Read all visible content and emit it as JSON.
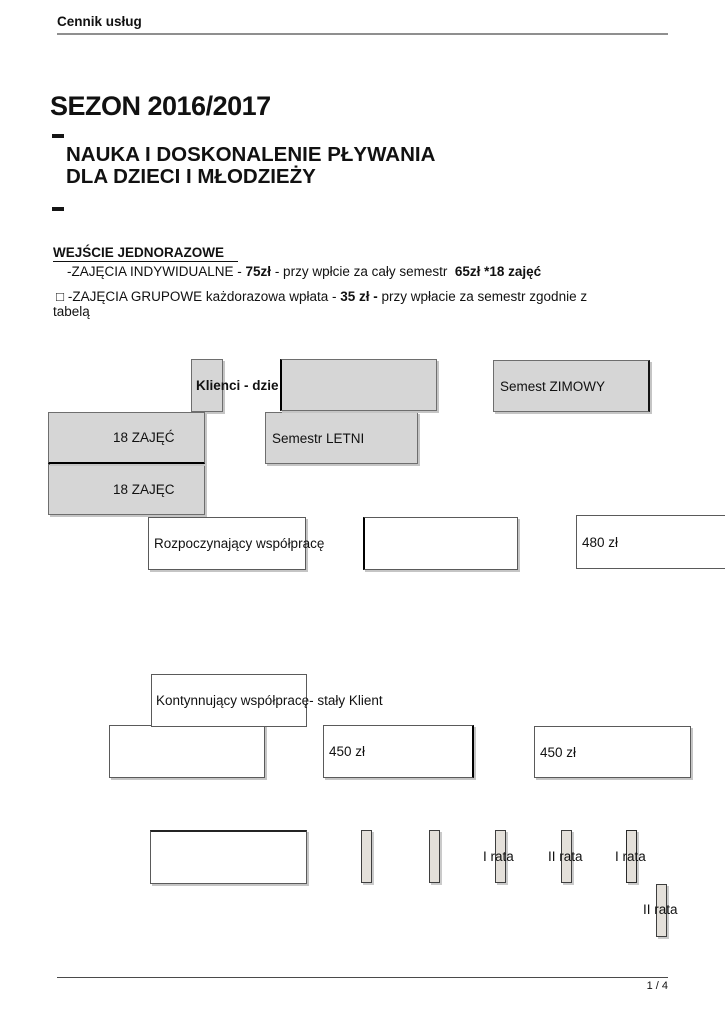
{
  "page": {
    "header_title": "Cennik usług",
    "footer_page": "1 / 4"
  },
  "headings": {
    "season": "SEZON 2016/2017",
    "title_line1": "NAUKA I DOSKONALENIE PŁYWANIA",
    "title_line2": "DLA DZIECI I MŁODZIEŻY"
  },
  "intro": {
    "section_title": "WEJŚCIE JEDNORAZOWE ",
    "line_individual": {
      "runs": [
        {
          "text": "-ZAJĘCIA INDYWIDUALNE - "
        },
        {
          "text": "75zł"
        },
        {
          "text": " - przy wpłcie za cały semestr  "
        },
        {
          "text": "65zł *18 zajęć"
        }
      ]
    },
    "line_group": {
      "bullet": "□ ",
      "runs": [
        {
          "text": "-ZAJĘCIA GRUPOWE każdorazowa wpłata - "
        },
        {
          "text": "35 zł -"
        },
        {
          "text": " przy wpłacie za semestr zgodnie z"
        }
      ]
    },
    "line_wrap": "tabelą"
  },
  "table": {
    "client_header": "Klienci - dzie",
    "semester_winter": "Semest ZIMOWY",
    "semester_summer": "Semestr LETNI",
    "sessions_row1": "18 ZAJĘĆ",
    "sessions_row2": "18 ZAJĘC",
    "new_client": "Rozpoczynający współpracę",
    "price_new": "480 zł",
    "returning_client": "Kontynnujący współpracę- stały Klient",
    "price_returning_1": "450 zł",
    "price_returning_2": "450 zł",
    "installments": [
      "I rata",
      "II rata",
      "I rata",
      "II rata"
    ]
  },
  "colors": {
    "box_gray_fill": "#d6d6d6",
    "bar_fill": "#e4e0da",
    "border_gray": "#6e6e6e",
    "rule_gray": "#8f8f8f"
  }
}
